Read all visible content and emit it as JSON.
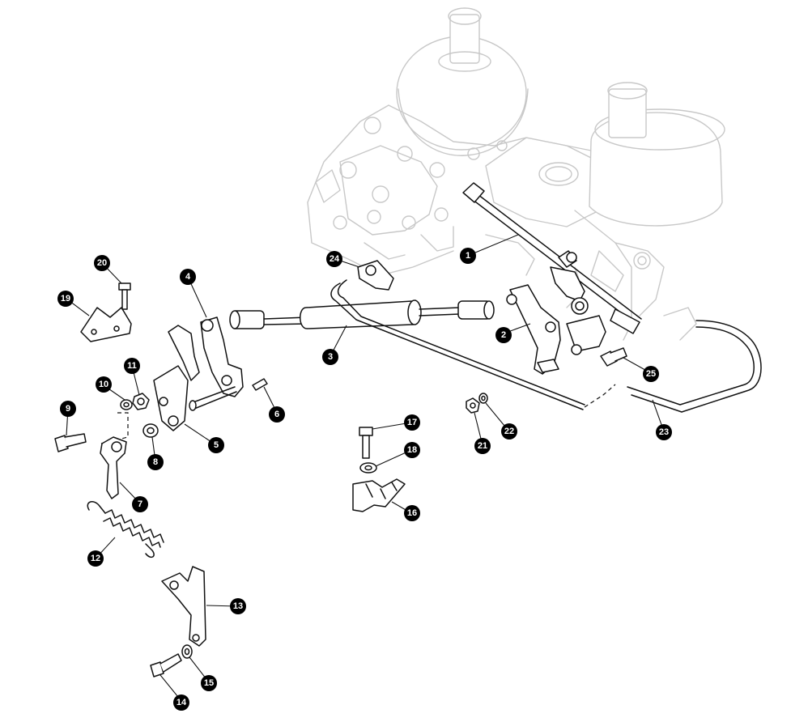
{
  "callouts": [
    {
      "id": "c1",
      "label": "1"
    },
    {
      "id": "c2",
      "label": "2"
    },
    {
      "id": "c3",
      "label": "3"
    },
    {
      "id": "c4",
      "label": "4"
    },
    {
      "id": "c5",
      "label": "5"
    },
    {
      "id": "c6",
      "label": "6"
    },
    {
      "id": "c7",
      "label": "7"
    },
    {
      "id": "c8",
      "label": "8"
    },
    {
      "id": "c9",
      "label": "9"
    },
    {
      "id": "c10",
      "label": "10"
    },
    {
      "id": "c11",
      "label": "11"
    },
    {
      "id": "c12",
      "label": "12"
    },
    {
      "id": "c13",
      "label": "13"
    },
    {
      "id": "c14",
      "label": "14"
    },
    {
      "id": "c15",
      "label": "15"
    },
    {
      "id": "c16",
      "label": "16"
    },
    {
      "id": "c17",
      "label": "17"
    },
    {
      "id": "c18",
      "label": "18"
    },
    {
      "id": "c19",
      "label": "19"
    },
    {
      "id": "c20",
      "label": "20"
    },
    {
      "id": "c21",
      "label": "21"
    },
    {
      "id": "c22",
      "label": "22"
    },
    {
      "id": "c23",
      "label": "23"
    },
    {
      "id": "c24",
      "label": "24"
    },
    {
      "id": "c25",
      "label": "25"
    }
  ],
  "colors": {
    "line_art": "#111111",
    "ghost_engine": "#c8c8c8",
    "callout_fill": "#000000",
    "callout_text": "#ffffff",
    "background": "#ffffff"
  }
}
